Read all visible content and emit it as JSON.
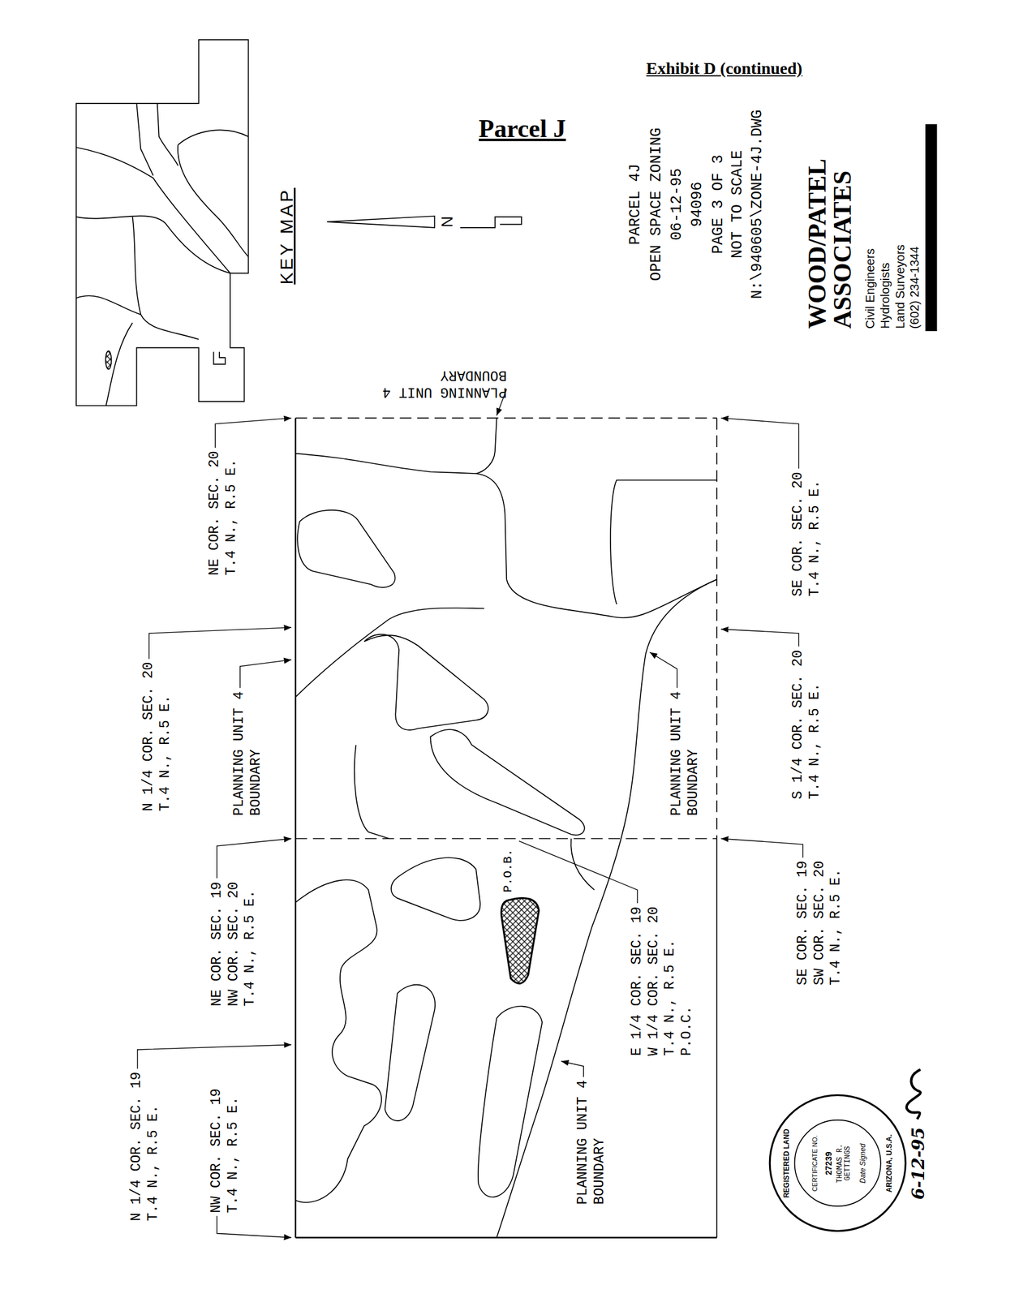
{
  "diagram": {
    "title": "Parcel J",
    "labels": [
      "Exhibit D (continued)",
      "KEY MAP",
      "N",
      "PARCEL 4J",
      "OPEN SPACE ZONING",
      "06-12-95",
      "94096",
      "PAGE 3 OF 3",
      "NOT TO SCALE",
      "N:\\940605\\ZONE-4J.DWG",
      "WOOD/PATEL ASSOCIATES",
      "Civil Engineers",
      "Hydrologists",
      "Land Surveyors",
      "(602) 234-1344",
      "PLANNING UNIT 4 BOUNDARY",
      "NE COR. SEC. 20 T.4 N., R.5 E.",
      "N 1/4 COR. SEC. 20 T.4 N., R.5 E.",
      "PLANNING UNIT 4 BOUNDARY",
      "NE COR. SEC. 19 NW COR. SEC. 20 T.4 N., R.5 E.",
      "N 1/4 COR. SEC. 19 T.4 N., R.5 E.",
      "NW COR. SEC. 19 T.4 N., R.5 E.",
      "SE COR. SEC. 20 T.4 N., R.5 E.",
      "S 1/4 COR. SEC. 20 T.4 N., R.5 E.",
      "PLANNING UNIT 4 BOUNDARY",
      "P.O.B.",
      "SE COR. SEC. 19 SW COR. SEC. 20 T.4 N., R.5 E.",
      "E 1/4 COR. SEC. 19 W 1/4 COR. SEC. 20 T.4 N., R.5 E. P.O.C.",
      "PLANNING UNIT 4 BOUNDARY",
      "REGISTERED LAND",
      "CERTIFICATE NO.",
      "27239",
      "THOMAS R. GETTINGS",
      "Date Signed",
      "ARIZONA, U.S.A.",
      "6-12-95"
    ]
  }
}
